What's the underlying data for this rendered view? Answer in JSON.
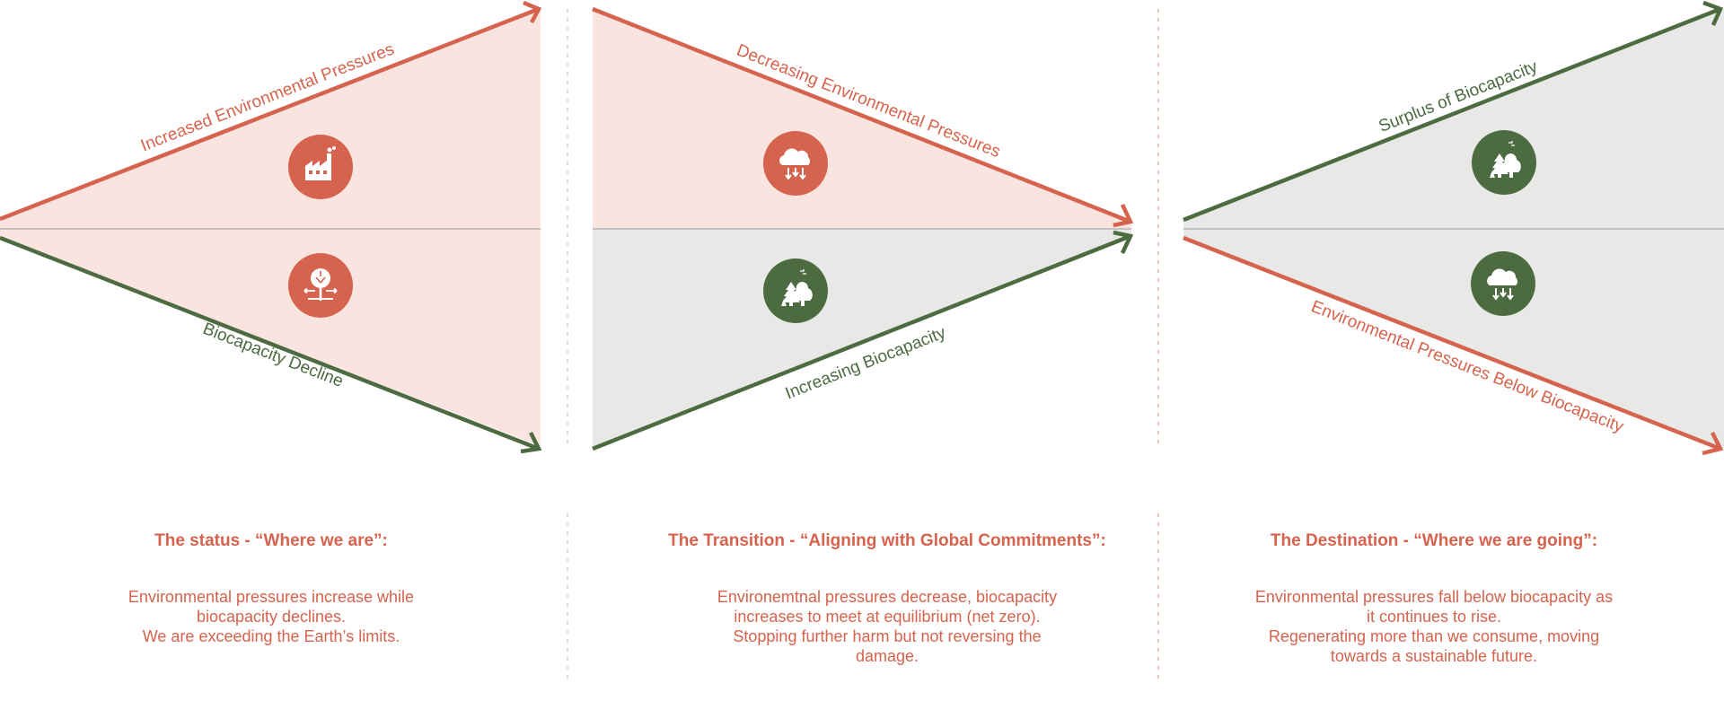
{
  "colors": {
    "red": "#d5634d",
    "green": "#4d6b41",
    "pink_fill": "#f9e4df",
    "grey_fill": "#e8e9e6",
    "divider": "#999999"
  },
  "panels": [
    {
      "upper_arrow": {
        "label": "Increased Environmental Pressures",
        "color": "red"
      },
      "lower_arrow": {
        "label": "Biocapacity Decline",
        "color": "green"
      },
      "upper_icon": {
        "name": "factory-icon",
        "color": "red"
      },
      "lower_icon": {
        "name": "tree-decline-icon",
        "color": "red"
      },
      "caption": {
        "title": "The status - “Where we are”:",
        "lines": [
          "Environmental pressures increase while",
          "biocapacity declines.",
          "We are exceeding the Earth’s limits."
        ]
      }
    },
    {
      "upper_arrow": {
        "label": "Decreasing Environmental Pressures",
        "color": "red"
      },
      "lower_arrow": {
        "label": "Increasing Biocapacity",
        "color": "green"
      },
      "upper_icon": {
        "name": "cloud-emissions-icon",
        "color": "red"
      },
      "lower_icon": {
        "name": "forest-icon",
        "color": "green"
      },
      "caption": {
        "title": "The Transition - “Aligning with Global Commitments”:",
        "lines": [
          "Environemtnal pressures decrease, biocapacity",
          "increases to meet at equilibrium (net zero).",
          "Stopping further harm but not reversing the",
          "damage."
        ]
      }
    },
    {
      "upper_arrow": {
        "label": "Surplus of Biocapacity",
        "color": "green"
      },
      "lower_arrow": {
        "label": "Environmental Pressures Below Biocapacity",
        "color": "red"
      },
      "upper_icon": {
        "name": "forest-icon",
        "color": "green"
      },
      "lower_icon": {
        "name": "cloud-emissions-icon",
        "color": "green"
      },
      "caption": {
        "title": "The Destination - “Where we are going”:",
        "lines": [
          "Environmental pressures fall below biocapacity as",
          "it continues to rise.",
          "Regenerating more than we consume, moving",
          "towards a sustainable future."
        ]
      }
    }
  ]
}
